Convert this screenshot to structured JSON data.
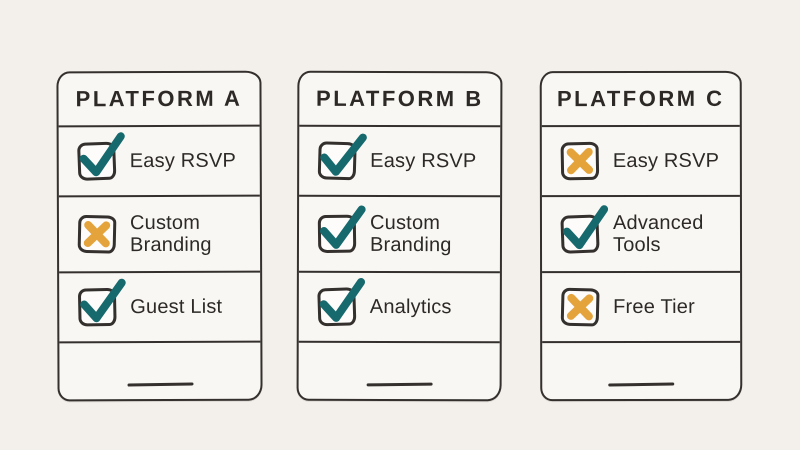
{
  "colors": {
    "background": "#f3efeb",
    "card_fill": "#f9f7f4",
    "ink": "#33302d",
    "check": "#16696d",
    "cross": "#e5a33c"
  },
  "icons": {
    "check": "checkmark-icon",
    "cross": "x-mark-icon"
  },
  "cards": [
    {
      "title": "PLATFORM A",
      "rows": [
        {
          "label": "Easy RSVP",
          "mark": "check"
        },
        {
          "label": "Custom Branding",
          "mark": "cross"
        },
        {
          "label": "Guest List",
          "mark": "check"
        }
      ]
    },
    {
      "title": "PLATFORM B",
      "rows": [
        {
          "label": "Easy RSVP",
          "mark": "check"
        },
        {
          "label": "Custom Branding",
          "mark": "check"
        },
        {
          "label": "Analytics",
          "mark": "check"
        }
      ]
    },
    {
      "title": "PLATFORM C",
      "rows": [
        {
          "label": "Easy RSVP",
          "mark": "cross"
        },
        {
          "label": "Advanced Tools",
          "mark": "check"
        },
        {
          "label": "Free Tier",
          "mark": "cross"
        }
      ]
    }
  ]
}
